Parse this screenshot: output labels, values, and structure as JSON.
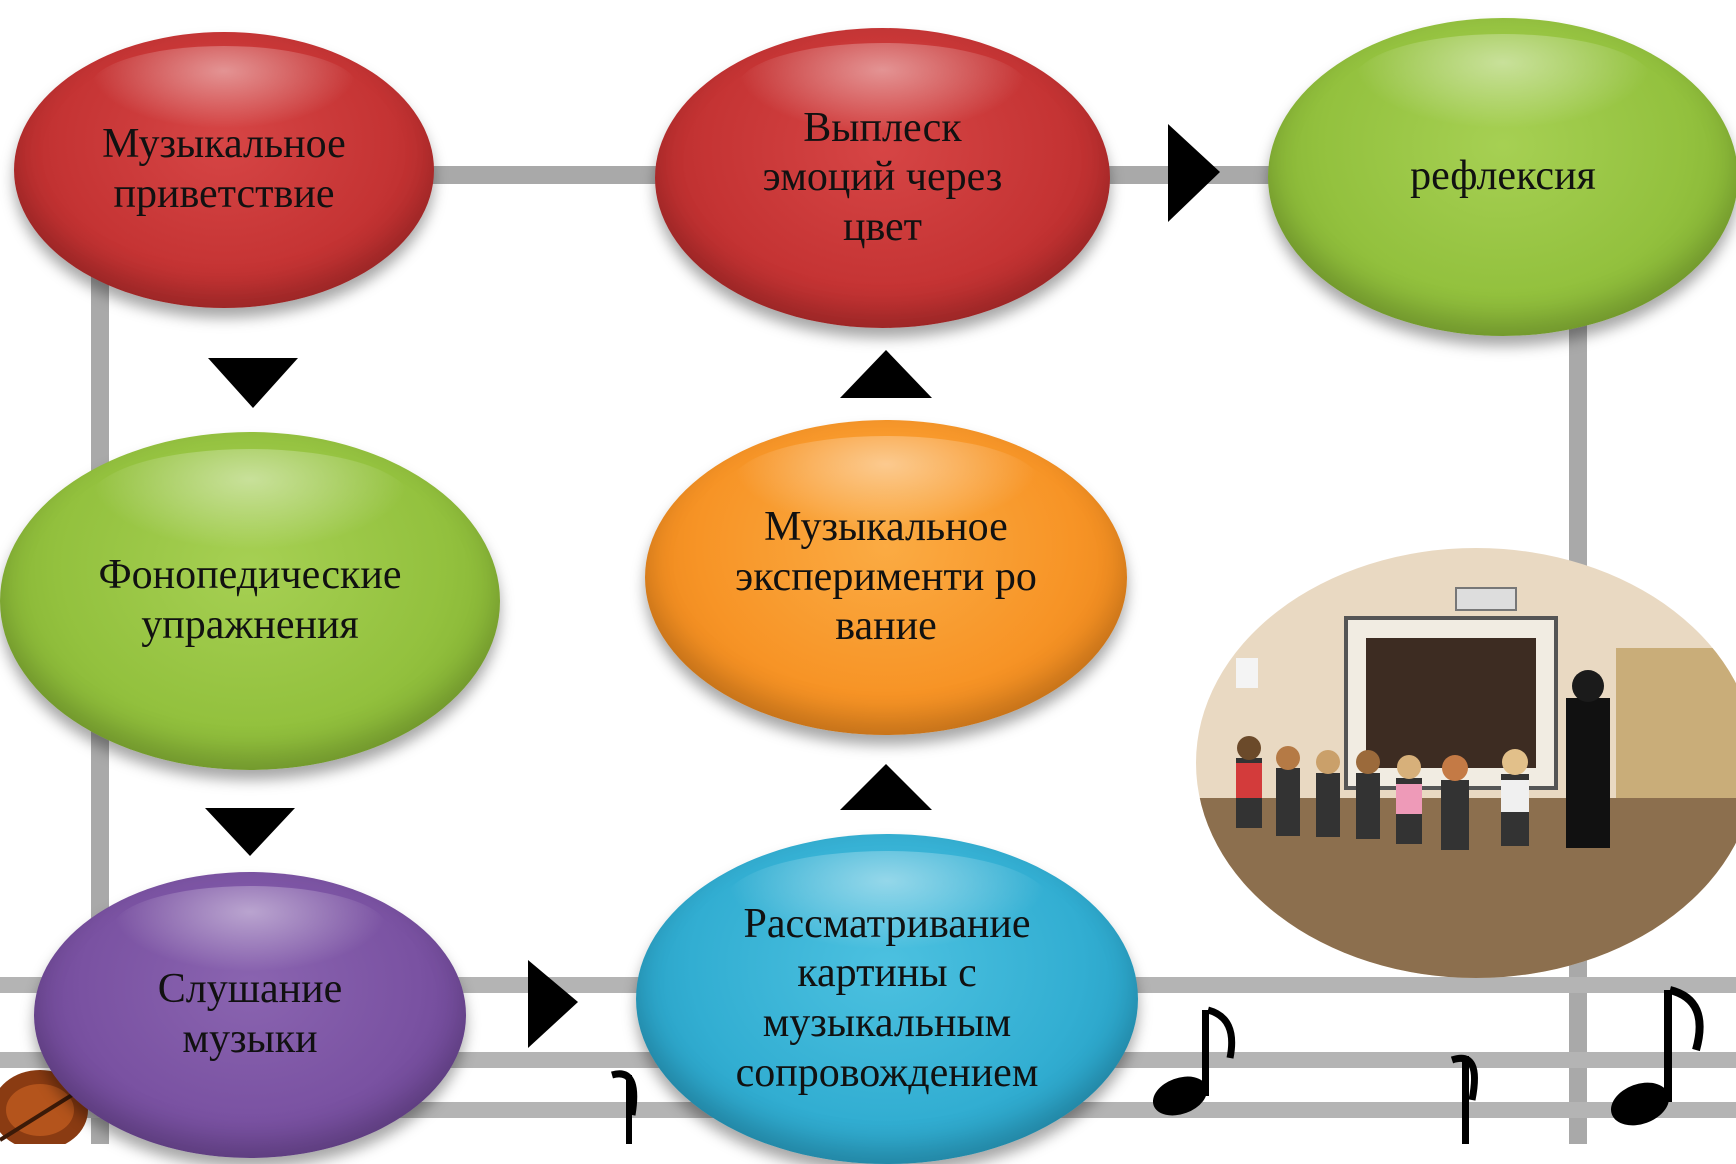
{
  "nodes": {
    "greeting": {
      "label": "Музыкальное\nприветствие",
      "color": "#c53434"
    },
    "emotions": {
      "label": "Выплеск\nэмоций через\nцвет",
      "color": "#c53434"
    },
    "reflection": {
      "label": "рефлексия",
      "color": "#93c13e"
    },
    "phonopedic": {
      "label": "Фонопедические\nупражнения",
      "color": "#93c13e"
    },
    "experiment": {
      "label": "Музыкальное\nэксперименти ро\nвание",
      "color": "#f79426"
    },
    "listening": {
      "label": "Слушание\nмузыки",
      "color": "#7a52a2"
    },
    "painting": {
      "label": "Рассматривание\nкартины с\nмузыкальным\nсопровождением",
      "color": "#32aed2"
    }
  },
  "colors": {
    "staff_lines": "#a8a8a8",
    "arrows": "#000000"
  }
}
